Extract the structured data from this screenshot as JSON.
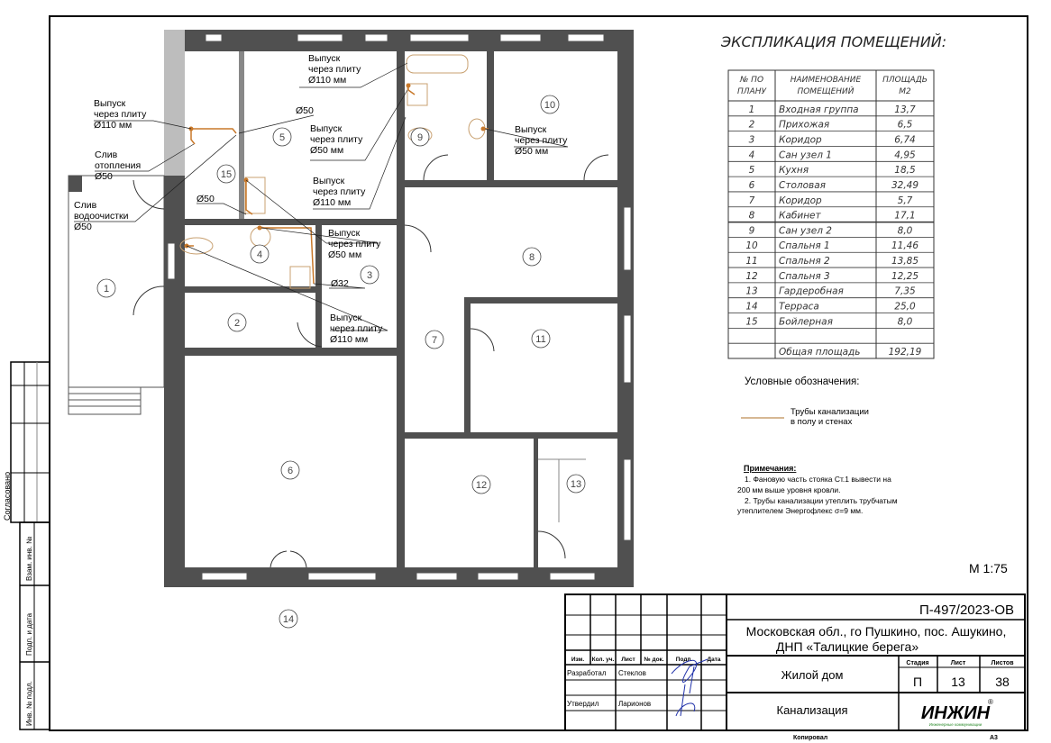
{
  "explication": {
    "title": "ЭКСПЛИКАЦИЯ  ПОМЕЩЕНИЙ:",
    "headers": [
      "№  ПО ПЛАНУ",
      "НАИМЕНОВАНИЕ ПОМЕЩЕНИЙ",
      "ПЛОЩАДЬ М2"
    ],
    "header_lines": [
      [
        "№  ПО",
        "ПЛАНУ"
      ],
      [
        "НАИМЕНОВАНИЕ",
        "ПОМЕЩЕНИЙ"
      ],
      [
        "ПЛОЩАДЬ",
        "М2"
      ]
    ],
    "rows": [
      [
        "1",
        "Входная группа",
        "13,7"
      ],
      [
        "2",
        "Прихожая",
        "6,5"
      ],
      [
        "3",
        "Коридор",
        "6,74"
      ],
      [
        "4",
        "Сан узел 1",
        "4,95"
      ],
      [
        "5",
        "Кухня",
        "18,5"
      ],
      [
        "6",
        "Столовая",
        "32,49"
      ],
      [
        "7",
        "Коридор",
        "5,7"
      ],
      [
        "8",
        "Кабинет",
        "17,1"
      ],
      [
        "9",
        "Сан узел 2",
        "8,0"
      ],
      [
        "10",
        "Спальня 1",
        "11,46"
      ],
      [
        "11",
        "Спальня 2",
        "13,85"
      ],
      [
        "12",
        "Спальня 3",
        "12,25"
      ],
      [
        "13",
        "Гардеробная",
        "7,35"
      ],
      [
        "14",
        "Терраса",
        "25,0"
      ],
      [
        "15",
        "Бойлерная",
        "8,0"
      ],
      [
        "",
        "",
        ""
      ],
      [
        "",
        "Общая площадь",
        "192,19"
      ]
    ]
  },
  "legend": {
    "title": "Условные обозначения:",
    "line1": "Трубы канализации",
    "line2": "в полу и стенах",
    "pipe_color": "#c8a070"
  },
  "notes": {
    "title": "Примечания:",
    "items": [
      "1.    Фановую часть стояка Ст.1   вывести на",
      "200 мм выше уровня кровли.",
      "2.    Трубы канализации утеплить трубчатым",
      "утеплителем Энергофлекс σ=9 мм."
    ]
  },
  "scale": "М 1:75",
  "rooms": [
    "1",
    "2",
    "3",
    "4",
    "5",
    "6",
    "7",
    "8",
    "9",
    "10",
    "11",
    "12",
    "13",
    "14",
    "15"
  ],
  "annotations": {
    "a1": [
      "Выпуск",
      "через плиту",
      "Ø110 мм"
    ],
    "a2": [
      "Слив",
      "отопления",
      "Ø50"
    ],
    "a3": [
      "Слив",
      "водоочистки",
      "Ø50"
    ],
    "a4": "Ø50",
    "a5": [
      "Выпуск",
      "через плиту",
      "Ø110 мм"
    ],
    "a6": [
      "Выпуск",
      "через плиту",
      "Ø50 мм"
    ],
    "a7": [
      "Выпуск",
      "через плиту",
      "Ø110 мм"
    ],
    "a8": "Ø50",
    "a9": [
      "Выпуск",
      "через плиту",
      "Ø50 мм"
    ],
    "a10": "Ø32",
    "a11": [
      "Выпуск",
      "через плиту",
      "Ø110 мм"
    ],
    "a12": [
      "Выпуск",
      "через плиту",
      "Ø50 мм"
    ]
  },
  "titleblock": {
    "code": "П-497/2023-ОВ",
    "address1": "Московская обл., го Пушкино, пос. Ашукино,",
    "address2": "ДНП «Талицкие берега»",
    "object": "Жилой дом",
    "sheet_name": "Канализация",
    "col_headers": [
      "Изм.",
      "Кол. уч.",
      "Лист",
      "№ док.",
      "Подп.",
      "Дата"
    ],
    "stage_label": "Стадия",
    "sheet_label": "Лист",
    "sheets_label": "Листов",
    "stage": "П",
    "sheet": "13",
    "sheets": "38",
    "developed_label": "Разработал",
    "developed_name": "Стеклов",
    "approved_label": "Утвердил",
    "approved_name": "Ларионов",
    "logo": "ИНЖИН",
    "logo_sub": "Инженерные коммуникации",
    "copied": "Копировал",
    "format": "А3"
  },
  "side_stamp": {
    "agreed": "Согласовано",
    "inv_replace": "Взам. инв. №",
    "sign_date": "Подп. и дата",
    "inv_orig": "Инв. № подл."
  },
  "colors": {
    "wall": "#505050",
    "pipe": "#c8782a",
    "hatch": "#bdbdbd"
  }
}
